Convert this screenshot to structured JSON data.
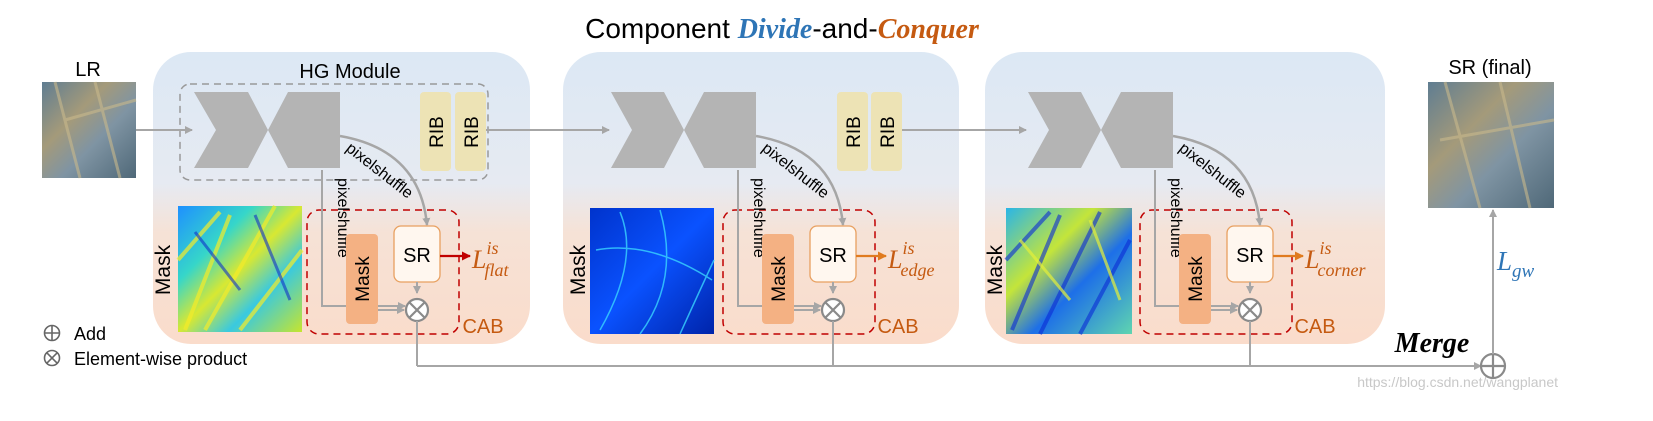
{
  "title": {
    "prefix": "Component ",
    "divide": "Divide",
    "mid": "-and-",
    "conquer": "Conquer"
  },
  "inputs": {
    "lr": "LR",
    "sr_final": "SR (final)"
  },
  "module_label": "HG Module",
  "rib": "RIB",
  "pixelshuffle": "pixelshuffle",
  "mask": "Mask",
  "sr": "SR",
  "cab": "CAB",
  "merge": "Merge",
  "loss_gw": {
    "L": "L",
    "sub": "gw"
  },
  "branches": [
    {
      "loss_sup": "is",
      "loss_sub": "flat",
      "loss_color": "#c0392b"
    },
    {
      "loss_sup": "is",
      "loss_sub": "edge",
      "loss_color": "#e07b1f"
    },
    {
      "loss_sup": "is",
      "loss_sub": "corner",
      "loss_color": "#e07b1f"
    }
  ],
  "legend": {
    "add": "Add",
    "product": "Element-wise product"
  },
  "watermark": "https://blog.csdn.net/wangplanet",
  "colors": {
    "divide": "#2e75b6",
    "conquer": "#c55a11",
    "loss": "#c55a11",
    "gw": "#2e75b6",
    "cab_border": "#c00000",
    "hg_border": "#999999",
    "rib_fill": "#ede3b5",
    "mask_fill": "#f4b183",
    "sr_border": "#e8a060"
  }
}
